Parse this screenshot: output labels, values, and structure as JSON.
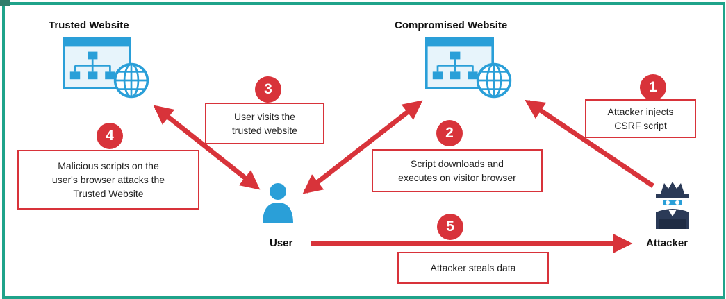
{
  "labels": {
    "trusted_website": "Trusted Website",
    "compromised_website": "Compromised Website",
    "user": "User",
    "attacker": "Attacker"
  },
  "steps": [
    {
      "number": "1",
      "text": "Attacker injects CSRF script"
    },
    {
      "number": "2",
      "text": "Script downloads and executes on visitor browser"
    },
    {
      "number": "3",
      "text": "User visits the trusted website"
    },
    {
      "number": "4",
      "text": "Malicious scripts on the user's browser attacks the Trusted Website"
    },
    {
      "number": "5",
      "text": "Attacker steals data"
    }
  ],
  "box_lines": {
    "step1": [
      "Attacker injects",
      "CSRF script"
    ],
    "step2": [
      "Script downloads and",
      "executes on visitor browser"
    ],
    "step3": [
      "User visits the",
      "trusted website"
    ],
    "step4": [
      "Malicious scripts on the",
      "user's browser attacks the",
      "Trusted Website"
    ],
    "step5": [
      "Attacker steals data"
    ]
  },
  "colors": {
    "frame": "#1fa38a",
    "accent_red": "#d8333a",
    "icon_blue": "#2a9fd8",
    "attacker_navy": "#2b3a57"
  },
  "icons": {
    "trusted_website": "website-globe-icon",
    "compromised_website": "website-globe-icon",
    "user": "user-icon",
    "attacker": "spy-icon"
  }
}
